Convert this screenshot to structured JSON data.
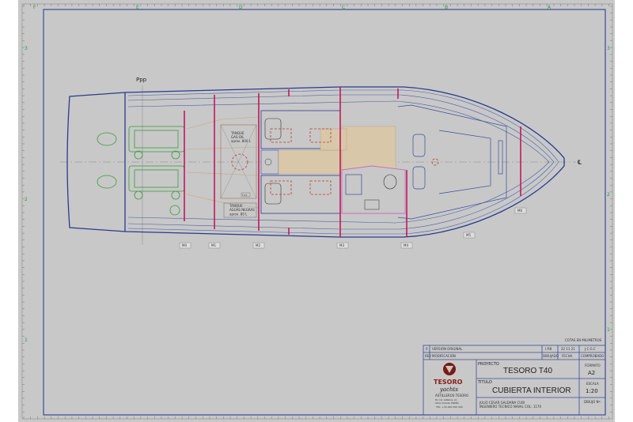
{
  "sheet": {
    "column_labels": [
      "F",
      "E",
      "D",
      "C",
      "B",
      "A"
    ],
    "row_labels": [
      "3",
      "2",
      "1"
    ]
  },
  "drawing": {
    "perpendicular_label": "Ppp",
    "centerline_symbol": "℄",
    "fuel_tank": {
      "line1": "TANQUE",
      "line2": "GAS-OIL",
      "line3": "aprox. 800 L"
    },
    "black_water_tank": {
      "line1": "TANQUE",
      "line2": "AGUAS NEGRAS",
      "line3": "aprox. 80 L"
    },
    "tank_tag": "T-12",
    "frames": [
      "M0",
      "M1",
      "M2",
      "M3",
      "M4",
      "M5",
      "M6"
    ]
  },
  "title_block": {
    "units_note": "COTAS EN MILIMETROS",
    "revision": {
      "rev": "0",
      "description": "VERSION ORIGINAL",
      "drawn_by": "I.P.B",
      "date": "22 11 21",
      "checked_by": "J.C.G.C"
    },
    "headers": {
      "rev": "REV",
      "description": "MODIFICACION",
      "drawn_by": "DIBUJADO",
      "date": "FECHA",
      "checked_by": "COMPROBADO"
    },
    "logo": {
      "brand": "TESORO",
      "script": "yachts",
      "company": "ASTILLEROS TESORO",
      "address1": "Pol. Ind. Astilleros, s/n",
      "address2": "03xxx Alicante, ESPAÑA",
      "phone": "TEL: +34 000 000 000"
    },
    "project_label": "PROYECTO",
    "project": "TESORO T40",
    "title_label": "TITULO",
    "title": "CUBIERTA INTERIOR",
    "author_line1": "JULIO CESAR GALDANA CUBI",
    "author_line2": "INGENIERO TECNICO NAVAL   COL: 1170",
    "format_label": "FORMATO",
    "format": "A2",
    "scale_label": "ESCALA",
    "scale": "1:20",
    "drawing_no_label": "DIBUJO Nº:"
  },
  "colors": {
    "sheet": "#c8c8c8",
    "border": "#3d4a9a",
    "frames": "#c2185b",
    "engines": "#3a9a3a",
    "deck_wood": "#d9c7aa"
  }
}
